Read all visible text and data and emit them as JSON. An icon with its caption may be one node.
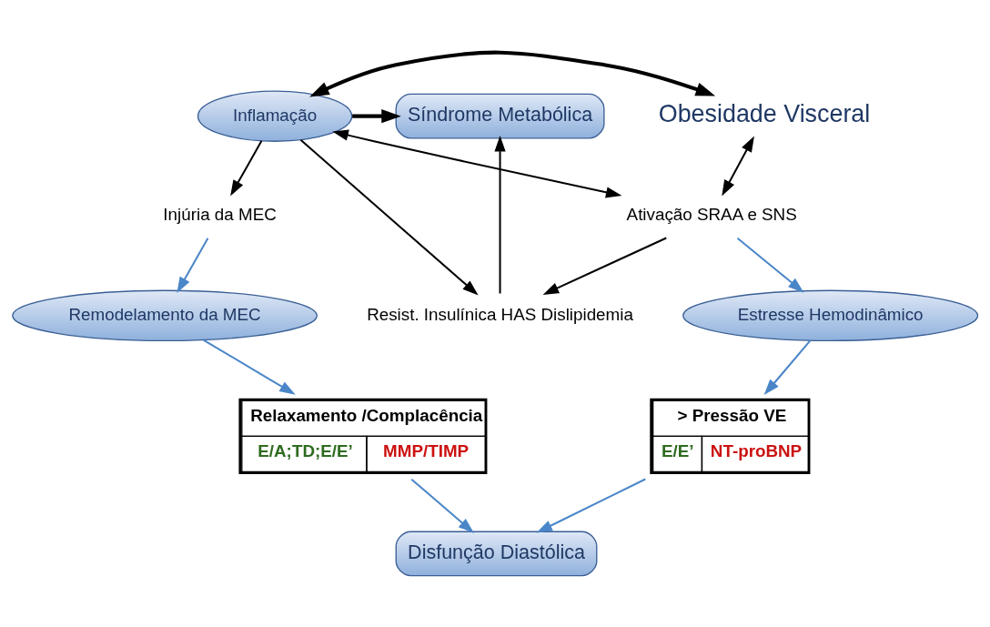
{
  "diagram": {
    "nodes": [
      {
        "text": [
          "Estresse Hemodinâmico"
        ]
      },
      {
        "text": [
          "Resist. Insulínica HAS Dislipidemia"
        ]
      },
      {
        "text": [
          "Ativação SRAA e SNS"
        ]
      },
      {
        "text": [
          "> Pressão VE",
          "E/E’",
          "NT-proBNP"
        ]
      },
      {
        "text": [
          "Síndrome Metabólica"
        ]
      },
      {
        "text": [
          "Inflamação"
        ]
      },
      {
        "text": [
          "Obesidade Visceral"
        ]
      },
      {
        "text": [
          "Disfunção Diastólica"
        ]
      },
      {
        "text": [
          "Injúria da MEC"
        ]
      },
      {
        "text": [
          "Relaxamento /Complacência",
          "E/A;TD;E/E’",
          "MMP/TIMP"
        ]
      },
      {
        "text": [
          "Remodelamento da MEC"
        ]
      }
    ],
    "edges": [
      {
        "from": 2,
        "to": 1,
        "arrow": "to"
      },
      {
        "from": 1,
        "to": 4,
        "arrow": "to"
      },
      {
        "from": 5,
        "to": 1,
        "arrow": "to"
      },
      {
        "from": 5,
        "to": 2,
        "arrow": "both"
      },
      {
        "from": 6,
        "to": 2,
        "arrow": "both"
      },
      {
        "from": 5,
        "to": 4,
        "arrow": "to",
        "style": "thick"
      },
      {
        "from": 5,
        "to": 6,
        "arrow": "both",
        "style": "thick"
      },
      {
        "from": 5,
        "to": 8,
        "arrow": "to"
      },
      {
        "from": 2,
        "to": 0,
        "arrow": "to",
        "color": "#4a86c8"
      },
      {
        "from": 0,
        "to": 3,
        "arrow": "to",
        "color": "#4a86c8"
      },
      {
        "from": 3,
        "to": 7,
        "arrow": "to",
        "color": "#4a86c8"
      },
      {
        "from": 9,
        "to": 7,
        "arrow": "to",
        "color": "#4a86c8"
      },
      {
        "from": 8,
        "to": 10,
        "arrow": "to",
        "color": "#4a86c8"
      },
      {
        "from": 10,
        "to": 9,
        "arrow": "to",
        "color": "#4a86c8"
      }
    ]
  }
}
